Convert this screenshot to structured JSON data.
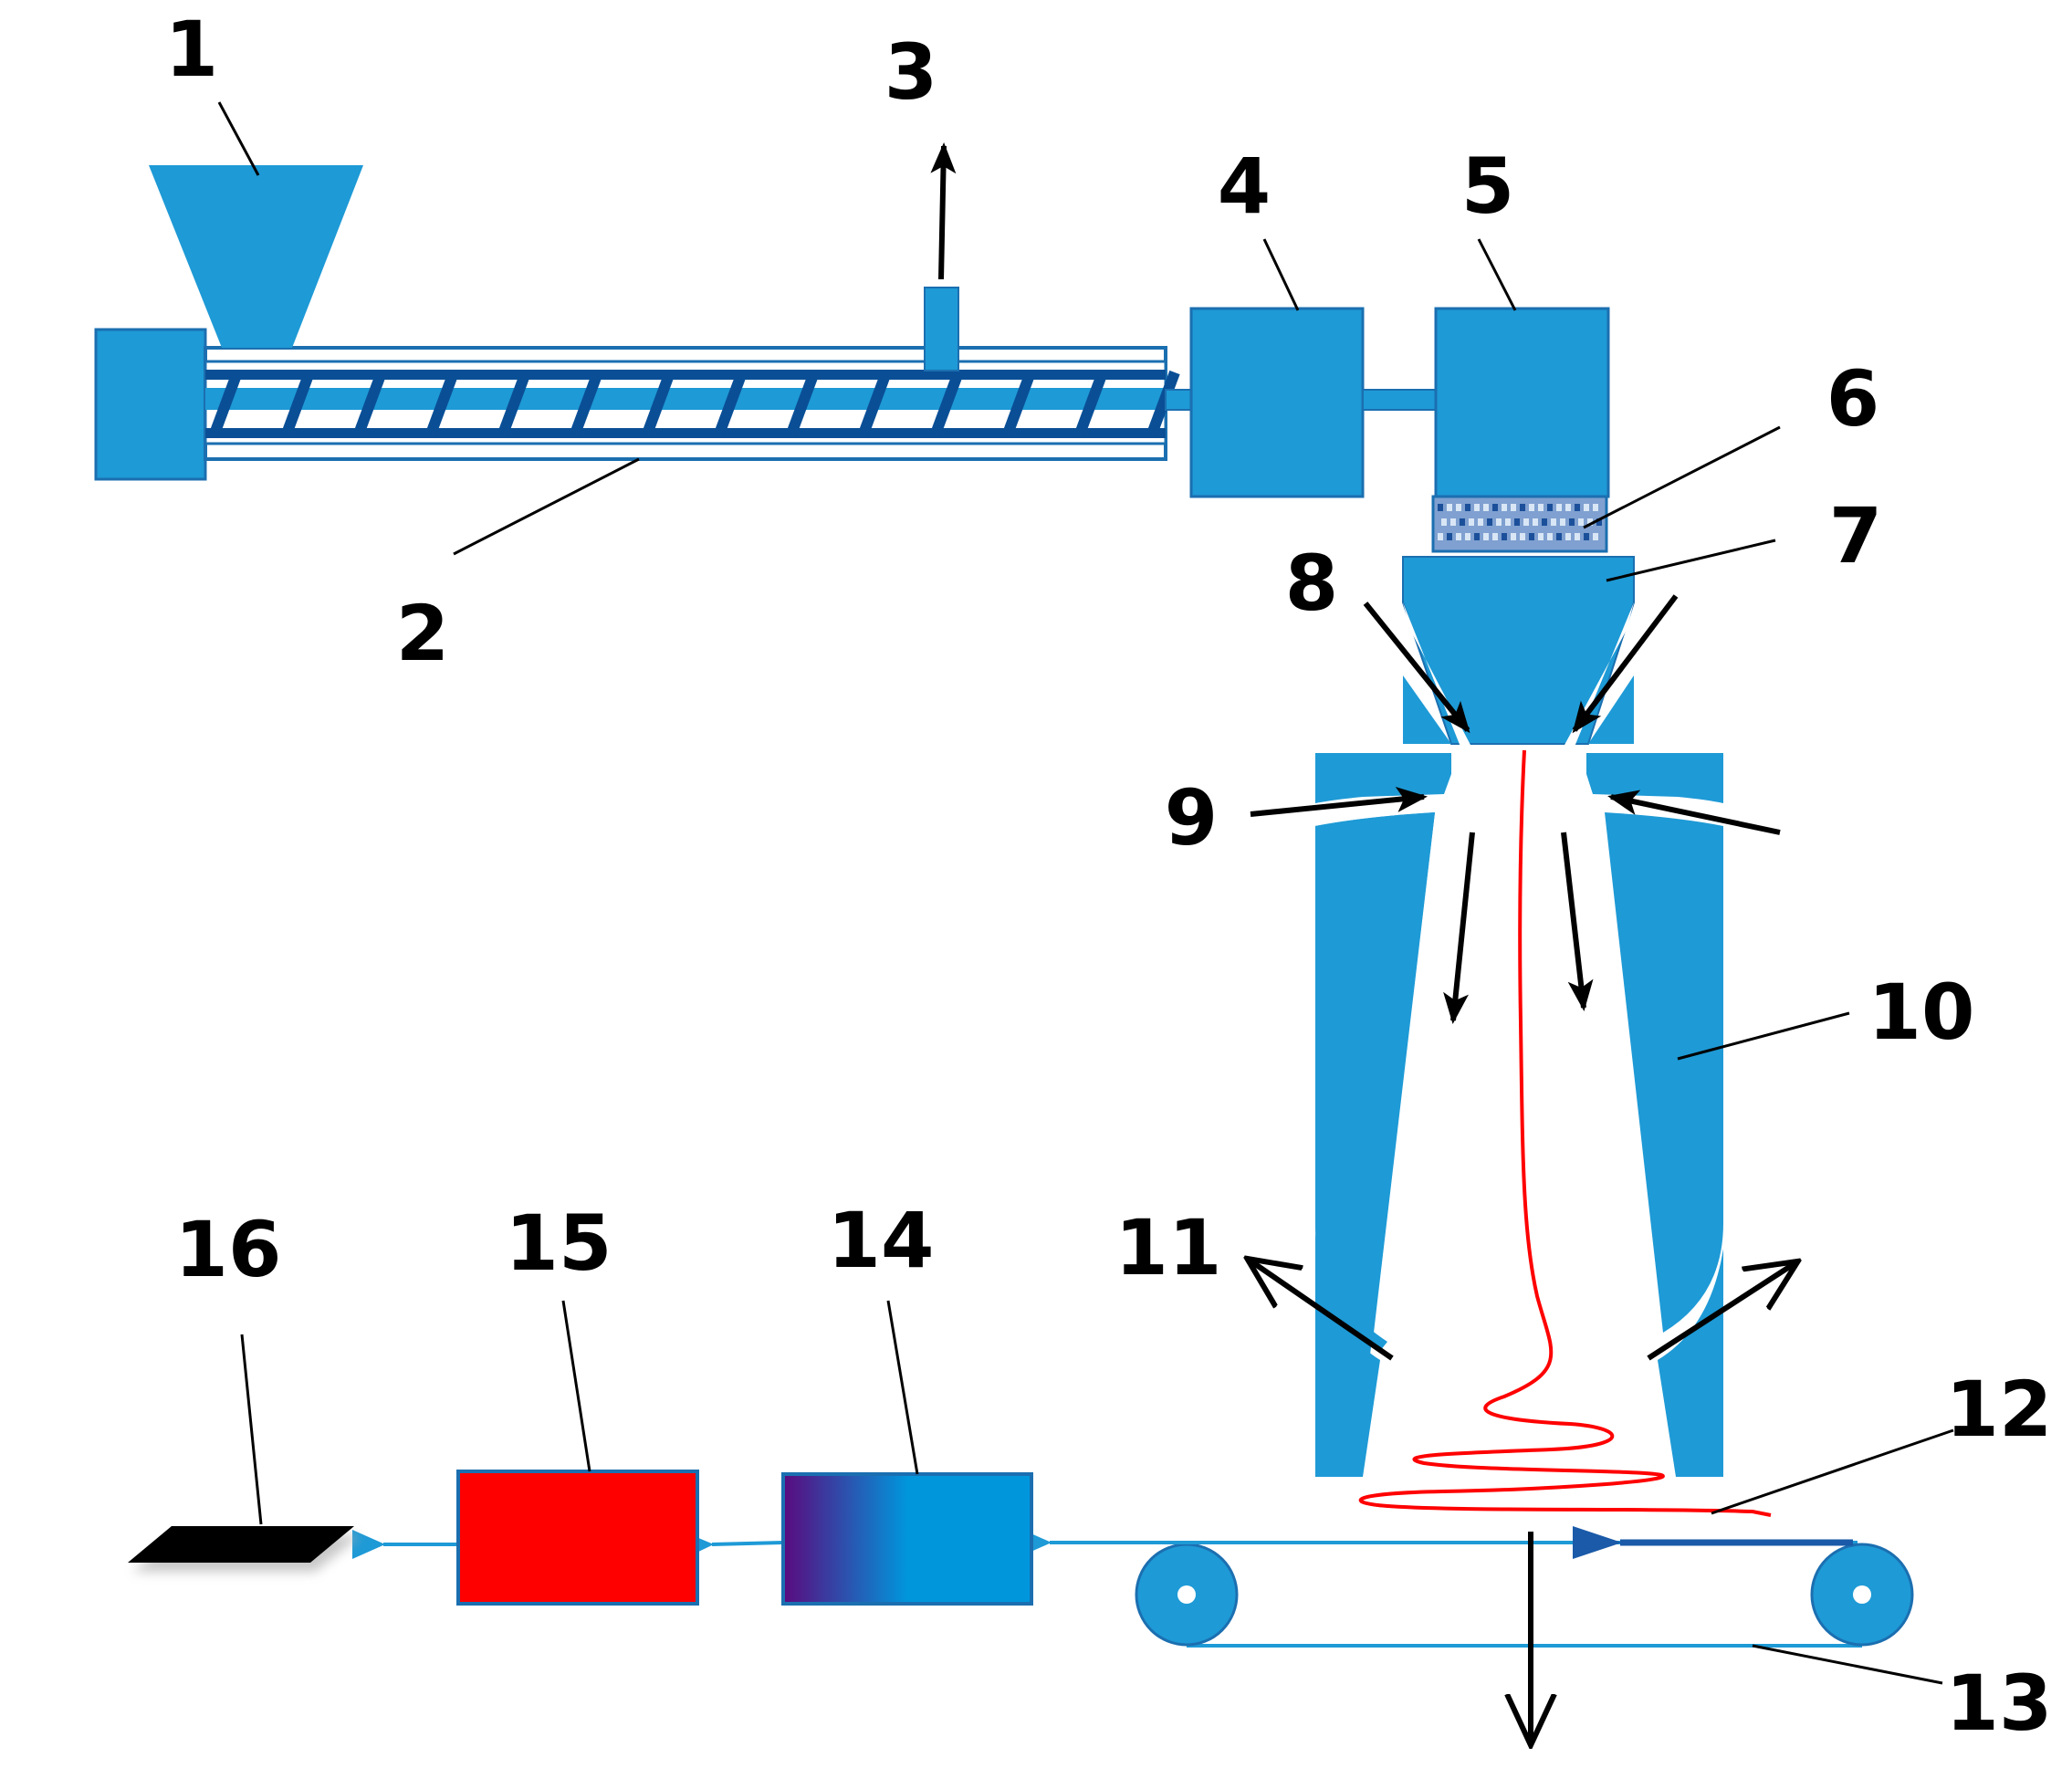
{
  "diagram": {
    "labels": [
      {
        "id": "1",
        "text": "1"
      },
      {
        "id": "2",
        "text": "2"
      },
      {
        "id": "3",
        "text": "3"
      },
      {
        "id": "4",
        "text": "4"
      },
      {
        "id": "5",
        "text": "5"
      },
      {
        "id": "6",
        "text": "6"
      },
      {
        "id": "7",
        "text": "7"
      },
      {
        "id": "8",
        "text": "8"
      },
      {
        "id": "9",
        "text": "9"
      },
      {
        "id": "10",
        "text": "10"
      },
      {
        "id": "11",
        "text": "11"
      },
      {
        "id": "12",
        "text": "12"
      },
      {
        "id": "13",
        "text": "13"
      },
      {
        "id": "14",
        "text": "14"
      },
      {
        "id": "15",
        "text": "15"
      },
      {
        "id": "16",
        "text": "16"
      }
    ]
  },
  "colors": {
    "component_blue": "#1e9ad6",
    "screw_dark": "#0a4f96",
    "outline": "#1b6fb0",
    "fiber_red": "#ff0000",
    "dryer_red": "#ff0000",
    "gradient_purple": "#5a0a7e",
    "gradient_blue": "#0096dc",
    "product_black": "#000000",
    "arrow_black": "#000000",
    "conveyor_arrow": "#1a5aa8"
  }
}
